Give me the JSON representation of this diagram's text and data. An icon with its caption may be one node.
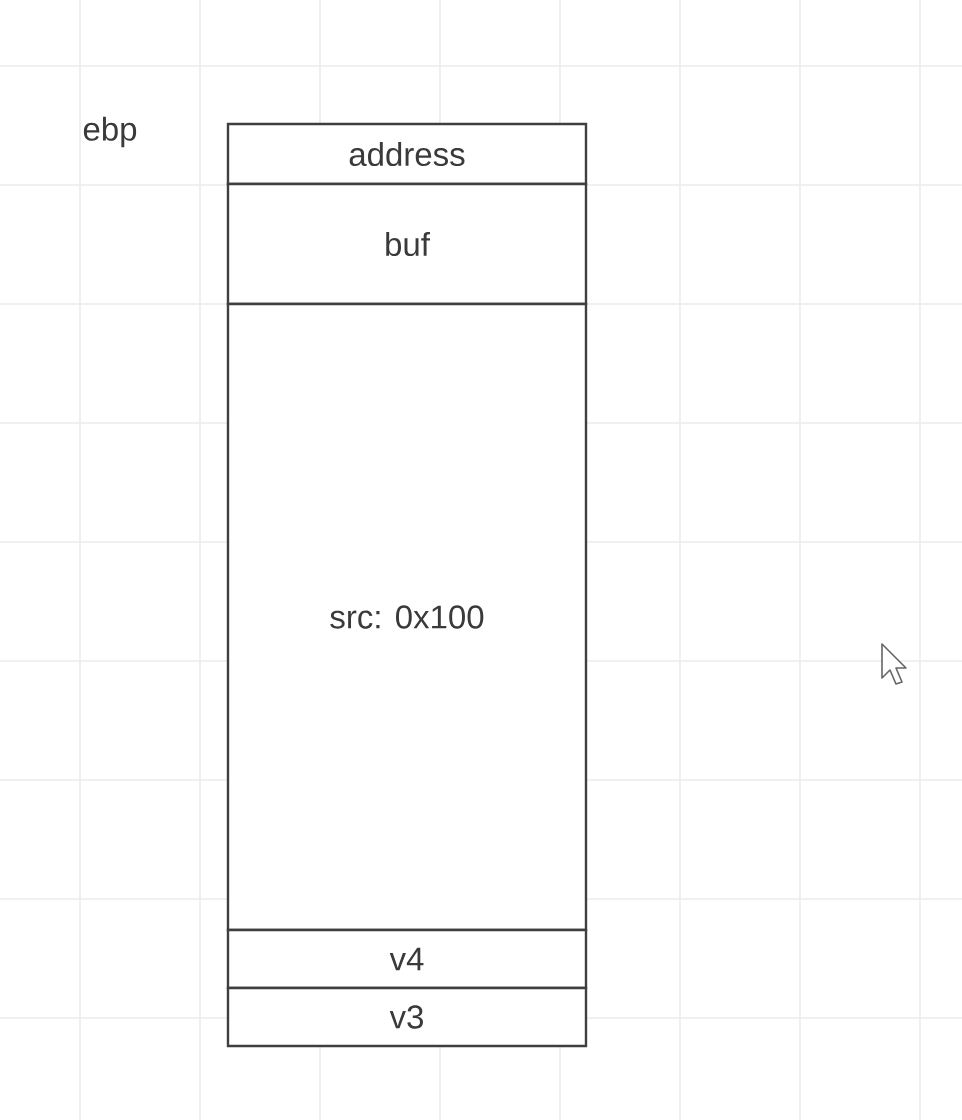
{
  "diagram": {
    "nodes": [
      {
        "text": [
          "address"
        ]
      },
      {
        "text": [
          "buf"
        ]
      },
      {
        "text": [
          "src: 0x100"
        ]
      },
      {
        "text": [
          "v4"
        ]
      },
      {
        "text": [
          "v3"
        ]
      }
    ],
    "labels": [
      "ebp"
    ]
  }
}
